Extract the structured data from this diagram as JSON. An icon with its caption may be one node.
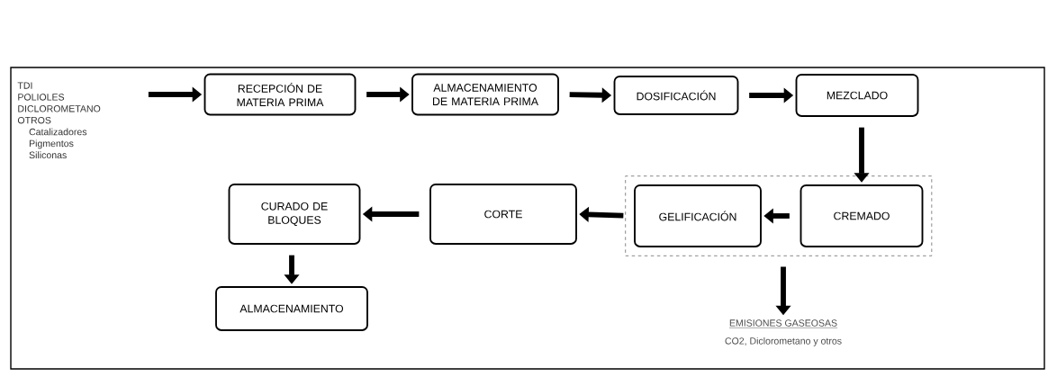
{
  "diagram": {
    "nodes": [
      {
        "text": [
          "TDI",
          "POLIOLES",
          "DICLOROMETANO",
          "OTROS",
          "Catalizadores",
          "Pigmentos",
          "Siliconas"
        ]
      },
      {
        "text": [
          "RECEPCIÓN DE MATERIA PRIMA"
        ]
      },
      {
        "text": [
          "ALMACENAMIENTO DE MATERIA PRIMA"
        ]
      },
      {
        "text": [
          "DOSIFICACIÓN"
        ]
      },
      {
        "text": [
          "MEZCLADO"
        ]
      },
      {
        "text": [],
        "shape": "box"
      },
      {
        "text": [
          "CREMADO"
        ],
        "in": 5
      },
      {
        "text": [
          "GELIFICACIÓN"
        ],
        "in": 5
      },
      {
        "text": [
          "CORTE"
        ]
      },
      {
        "text": [
          "CURADO DE BLOQUES"
        ]
      },
      {
        "text": [
          "ALMACENAMIENTO"
        ]
      },
      {
        "text": [
          "EMISIONES GASEOSAS",
          "CO2, Diclorometano y otros"
        ]
      }
    ],
    "edges": [
      {
        "from": 0,
        "to": 1,
        "arrow": "to"
      },
      {
        "from": 1,
        "to": 2,
        "arrow": "to"
      },
      {
        "from": 2,
        "to": 3,
        "arrow": "to"
      },
      {
        "from": 3,
        "to": 4,
        "arrow": "to"
      },
      {
        "from": 4,
        "to": 6,
        "arrow": "to"
      },
      {
        "from": 6,
        "to": 7,
        "arrow": "to"
      },
      {
        "from": 7,
        "to": 8,
        "arrow": "to"
      },
      {
        "from": 8,
        "to": 9,
        "arrow": "to"
      },
      {
        "from": 9,
        "to": 10,
        "arrow": "to"
      },
      {
        "from": 5,
        "to": 11,
        "arrow": "to"
      }
    ]
  }
}
